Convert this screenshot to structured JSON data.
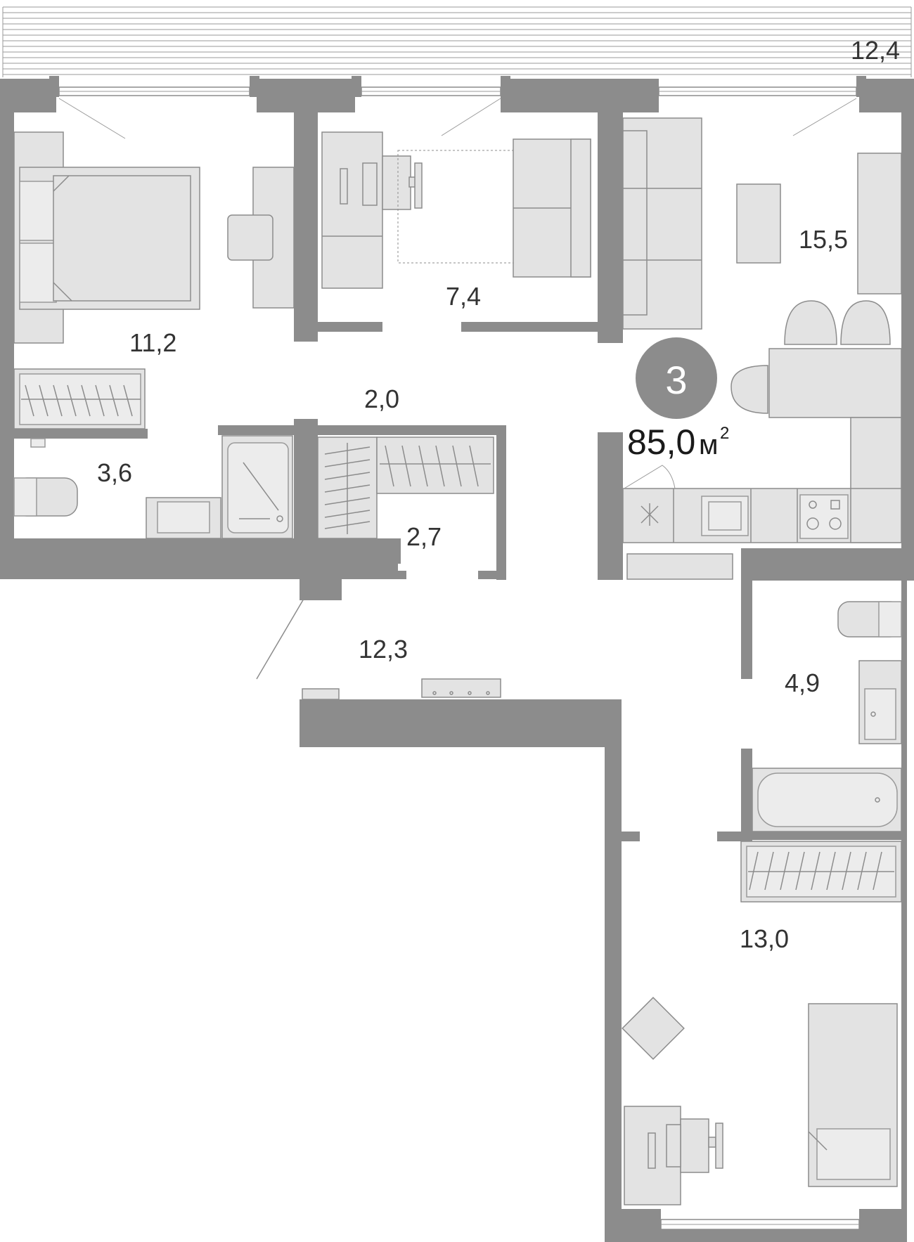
{
  "plan": {
    "rooms_count": "3",
    "total_area": "85,0",
    "area_unit": "м",
    "area_unit_power": "2",
    "room_areas": {
      "balcony": "12,4",
      "bedroom_1": "11,2",
      "bedroom_2": "7,4",
      "living_kitchen": "15,5",
      "wardrobe_1": "2,0",
      "bathroom_1": "3,6",
      "wardrobe_2": "2,7",
      "hallway": "12,3",
      "bathroom_2": "4,9",
      "bedroom_3": "13,0"
    },
    "colors": {
      "wall": "#8c8c8c",
      "furniture_fill": "#e3e3e3",
      "badge": "#8c8c8c"
    }
  }
}
